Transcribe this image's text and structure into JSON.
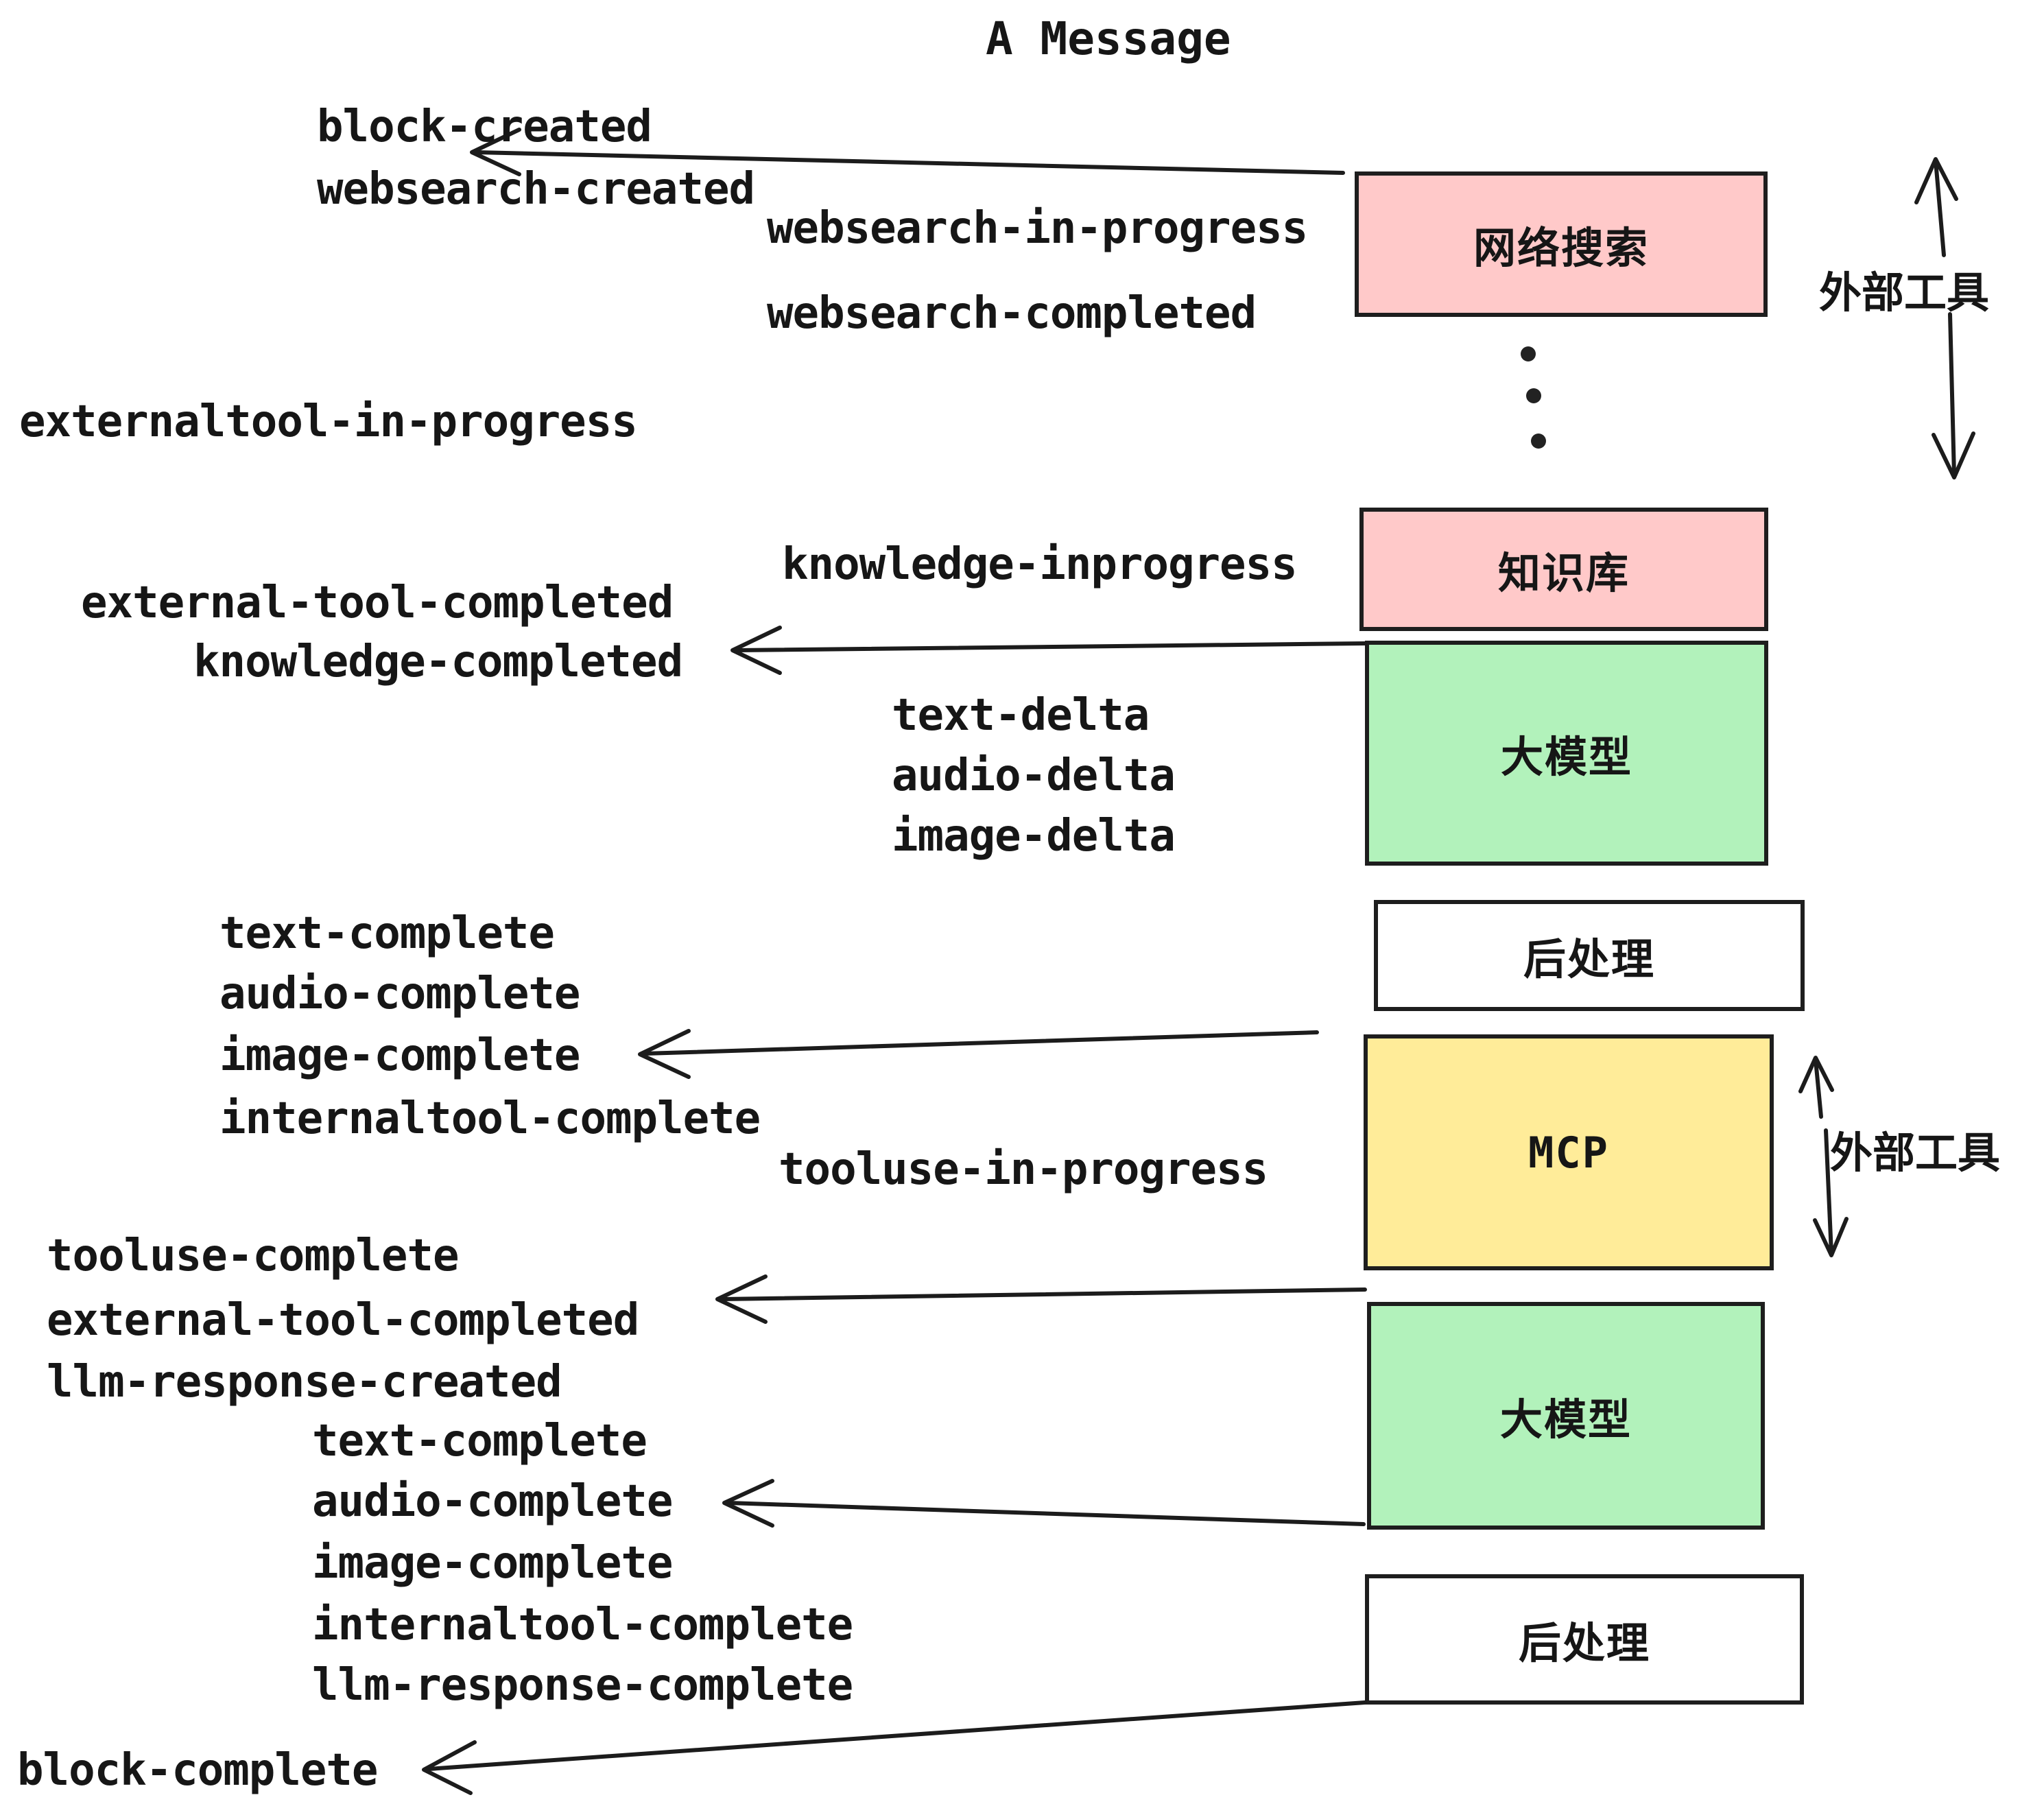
{
  "title": "A Message",
  "colors": {
    "pink": "#ffc9c9",
    "green": "#b2f2bb",
    "yellow": "#ffec99",
    "white": "#ffffff",
    "ink": "#1e1e1e"
  },
  "events": [
    {
      "text": "block-created"
    },
    {
      "text": "websearch-created"
    },
    {
      "text": "websearch-in-progress"
    },
    {
      "text": "websearch-completed"
    },
    {
      "text": "externaltool-in-progress"
    },
    {
      "text": "knowledge-inprogress"
    },
    {
      "text": "external-tool-completed"
    },
    {
      "text": "knowledge-completed"
    },
    {
      "text": "text-delta"
    },
    {
      "text": "audio-delta"
    },
    {
      "text": "image-delta"
    },
    {
      "text": "text-complete"
    },
    {
      "text": "audio-complete"
    },
    {
      "text": "image-complete"
    },
    {
      "text": "internaltool-complete"
    },
    {
      "text": "tooluse-in-progress"
    },
    {
      "text": "tooluse-complete"
    },
    {
      "text": "external-tool-completed"
    },
    {
      "text": "llm-response-created"
    },
    {
      "text": "text-complete"
    },
    {
      "text": "audio-complete"
    },
    {
      "text": "image-complete"
    },
    {
      "text": "internaltool-complete"
    },
    {
      "text": "llm-response-complete"
    },
    {
      "text": "block-complete"
    }
  ],
  "boxes": [
    {
      "id": "websearch",
      "label": "网络搜索",
      "fill": "pink"
    },
    {
      "id": "knowledge",
      "label": "知识库",
      "fill": "pink"
    },
    {
      "id": "llm-1",
      "label": "大模型",
      "fill": "green"
    },
    {
      "id": "postprocess-1",
      "label": "后处理",
      "fill": "white"
    },
    {
      "id": "mcp",
      "label": "MCP",
      "fill": "yellow"
    },
    {
      "id": "llm-2",
      "label": "大模型",
      "fill": "green"
    },
    {
      "id": "postprocess-2",
      "label": "后处理",
      "fill": "white"
    }
  ],
  "side_labels": [
    {
      "text": "外部工具"
    },
    {
      "text": "外部工具"
    }
  ]
}
